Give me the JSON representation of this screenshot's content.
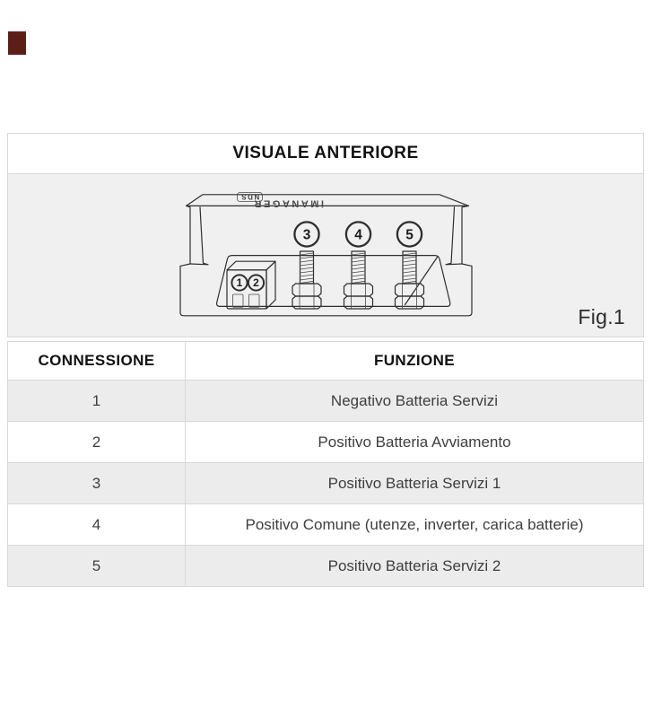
{
  "page": {
    "background": "#ffffff"
  },
  "corner_mark": {
    "color": "#5e1e18"
  },
  "figure_panel": {
    "title": "VISUALE ANTERIORE",
    "figure_label": "Fig.1",
    "background": "#f0f0f0",
    "border_color": "#d8d8d8",
    "device": {
      "brand_top": "NDS",
      "brand_main": "iMANAGER",
      "terminal_labels": [
        "1",
        "2",
        "3",
        "4",
        "5"
      ]
    }
  },
  "connection_table": {
    "headers": {
      "connection": "CONNESSIONE",
      "function": "FUNZIONE"
    },
    "rows": [
      {
        "connection": "1",
        "function": "Negativo Batteria Servizi"
      },
      {
        "connection": "2",
        "function": "Positivo Batteria Avviamento"
      },
      {
        "connection": "3",
        "function": "Positivo Batteria Servizi 1"
      },
      {
        "connection": "4",
        "function": "Positivo Comune (utenze, inverter, carica batterie)"
      },
      {
        "connection": "5",
        "function": "Positivo Batteria Servizi 2"
      }
    ],
    "row_alt_color": "#ececec"
  }
}
